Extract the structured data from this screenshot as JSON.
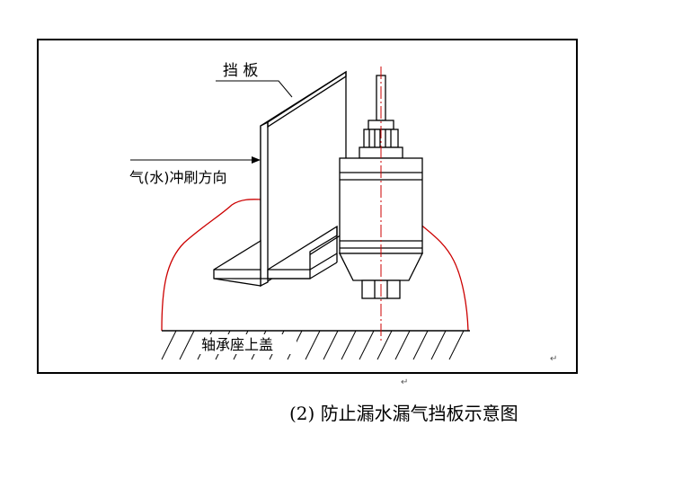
{
  "labels": {
    "baffle": "挡 板",
    "flush_direction": "气(水)冲刷方向",
    "bearing_cover": "轴承座上盖"
  },
  "caption": "(2)   防止漏水漏气挡板示意图",
  "paragraph_mark": "↵",
  "colors": {
    "line": "#000000",
    "outline_red": "#cc0000",
    "axis_red": "#cc0000"
  }
}
